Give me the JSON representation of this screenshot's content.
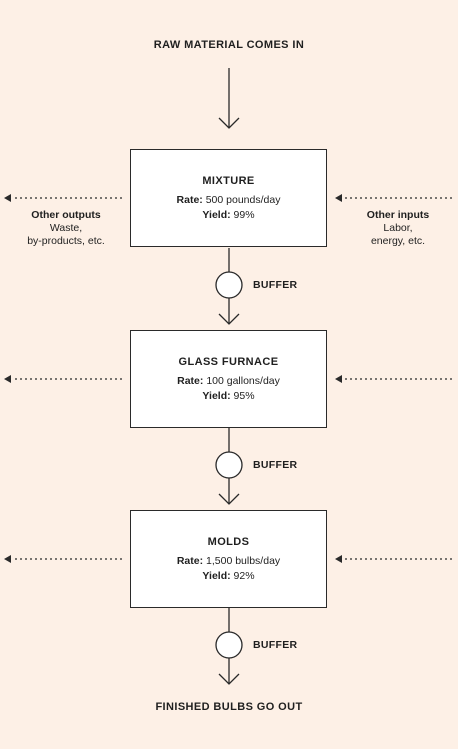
{
  "header": {
    "title": "RAW MATERIAL COMES IN"
  },
  "footer": {
    "title": "FINISHED BULBS GO OUT"
  },
  "stages": [
    {
      "name": "MIXTURE",
      "rate_label": "Rate:",
      "rate": "500 pounds/day",
      "yield_label": "Yield:",
      "yield": "99%"
    },
    {
      "name": "GLASS FURNACE",
      "rate_label": "Rate:",
      "rate": "100 gallons/day",
      "yield_label": "Yield:",
      "yield": "95%"
    },
    {
      "name": "MOLDS",
      "rate_label": "Rate:",
      "rate": "1,500 bulbs/day",
      "yield_label": "Yield:",
      "yield": "92%"
    }
  ],
  "buffers": [
    "BUFFER",
    "BUFFER",
    "BUFFER"
  ],
  "outputs": {
    "title": "Other outputs",
    "line1": "Waste,",
    "line2": "by-products, etc."
  },
  "inputs": {
    "title": "Other inputs",
    "line1": "Labor,",
    "line2": "energy, etc."
  },
  "colors": {
    "background": "#fdf0e6",
    "box_fill": "#ffffff",
    "stroke": "#2a2a2a"
  }
}
